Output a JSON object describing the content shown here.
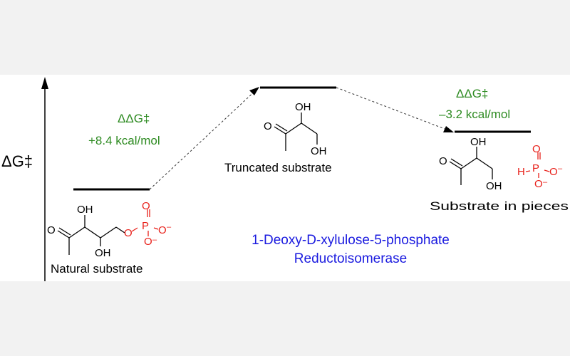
{
  "axis": {
    "label": "ΔG‡"
  },
  "barrier_up": {
    "line1": "ΔΔG‡",
    "line2": "+8.4 kcal/mol"
  },
  "barrier_down": {
    "line1": "ΔΔG‡",
    "line2": "–3.2 kcal/mol"
  },
  "natural": {
    "label": "Natural substrate",
    "oh_top": "OH",
    "oh_bottom": "OH",
    "o_ketone": "O",
    "o_ester": "O",
    "p": "P",
    "o_top": "O",
    "o_minus_right": "O",
    "o_minus_bottom": "O",
    "minus_right": "–",
    "minus_bottom": "–"
  },
  "truncated": {
    "label": "Truncated substrate",
    "oh_top": "OH",
    "oh_bottom": "OH",
    "o_ketone": "O"
  },
  "pieces": {
    "label": "Substrate in pieces",
    "oh_top": "OH",
    "oh_bottom": "OH",
    "o_ketone": "O",
    "h": "H",
    "p": "P",
    "o_top": "O",
    "o_minus_right": "O",
    "o_minus_bottom": "O",
    "minus_right": "–",
    "minus_bottom": "–"
  },
  "enzyme": {
    "line1": "1-Deoxy-D-xylulose-5-phosphate",
    "line2": "Reductoisomerase"
  },
  "colors": {
    "green": "#2e8b22",
    "red": "#e8201a",
    "blue": "#1a1adf",
    "black": "#000000"
  }
}
